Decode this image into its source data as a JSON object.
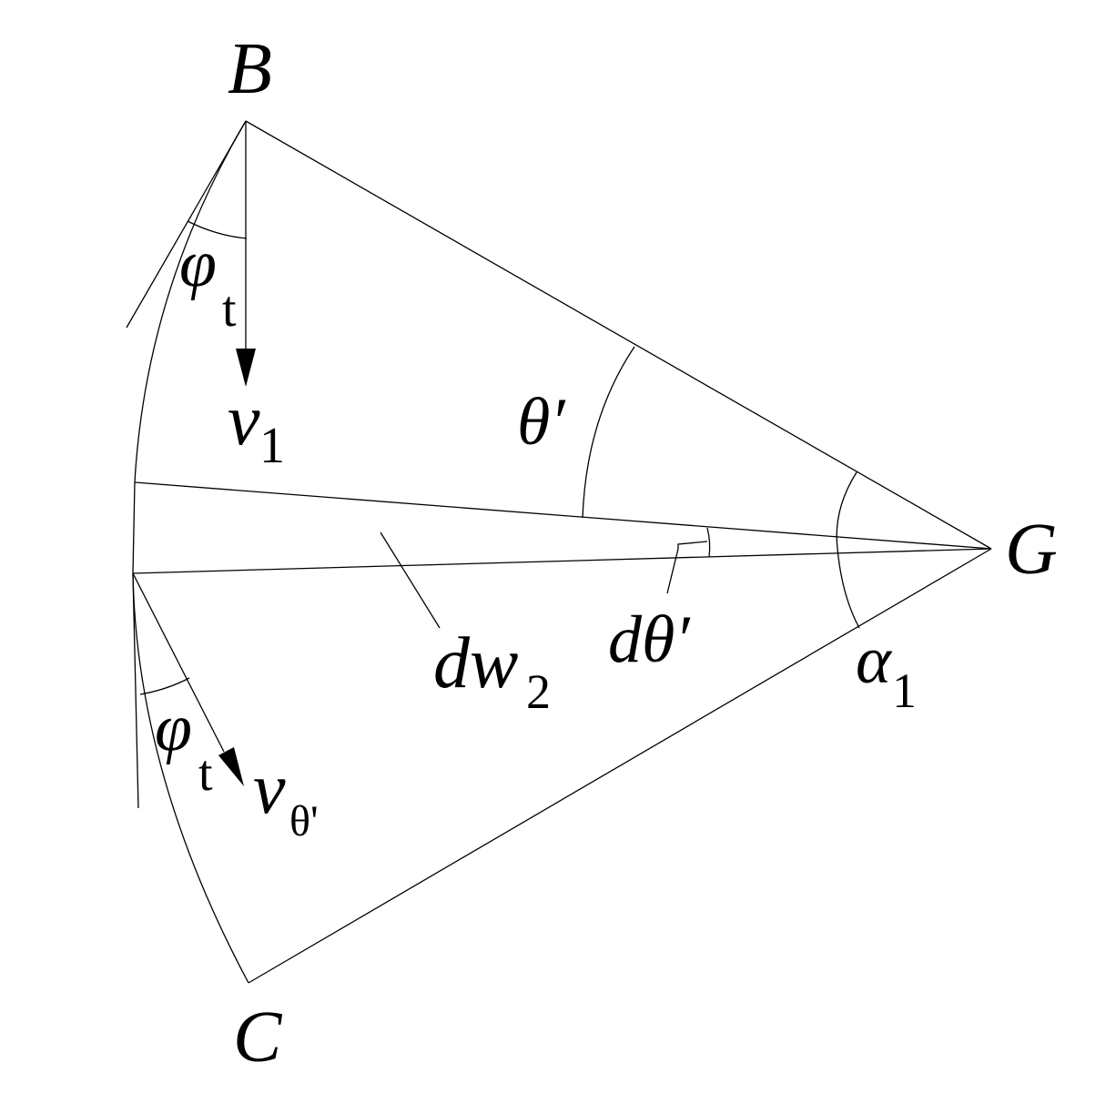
{
  "labels": {
    "B": "B",
    "C": "C",
    "G": "G",
    "theta_prime": "θ′",
    "d_theta_prime": "dθ′",
    "alpha": "α",
    "alpha_sub": "1",
    "dw": "dw",
    "dw_sub": "2",
    "phi_top": "φ",
    "phi_top_sub": "t",
    "phi_bottom": "φ",
    "phi_bottom_sub": "t",
    "v1": "v",
    "v1_sub": "1",
    "v_theta": "v",
    "v_theta_sub": "θ'"
  },
  "colors": {
    "ink": "#000000",
    "background": "#ffffff"
  }
}
